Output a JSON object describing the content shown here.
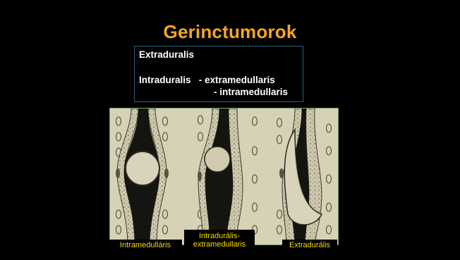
{
  "slide": {
    "title": "Gerinctumorok",
    "classification": {
      "line1": "Extraduralis",
      "line2": "Intraduralis   - extramedullaris",
      "line3": "- intramedullaris"
    },
    "captions": {
      "intramedullary": "Intramedulláris",
      "intradural_extramedullary_1": "Intradurális-",
      "intradural_extramedullary_2": "extramedullaris",
      "extradural": "Extradurális"
    },
    "colors": {
      "background": "#000000",
      "title": "#f5a623",
      "caption_text": "#f5d800",
      "panel": "#d7d2b6"
    }
  }
}
